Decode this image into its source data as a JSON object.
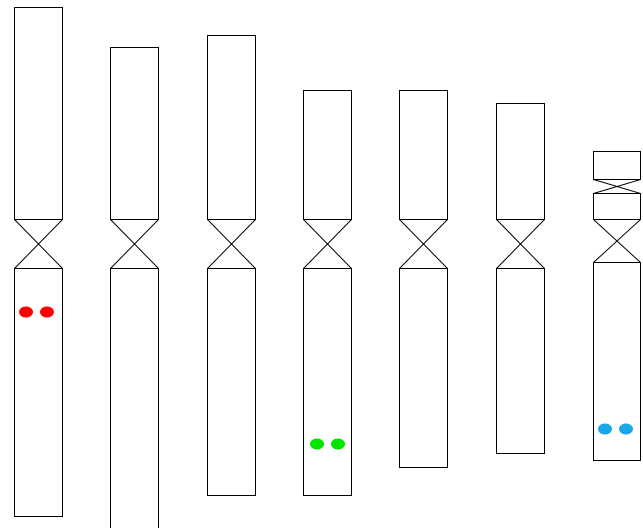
{
  "diagram": {
    "background_color": "#ffffff",
    "outline_color": "#000000",
    "chromosomes": [
      {
        "id": 1,
        "markers": [
          {
            "color": "#ff0000"
          }
        ]
      },
      {
        "id": 2,
        "markers": []
      },
      {
        "id": 3,
        "markers": []
      },
      {
        "id": 4,
        "markers": [
          {
            "color": "#00e600"
          }
        ]
      },
      {
        "id": 5,
        "markers": []
      },
      {
        "id": 6,
        "markers": []
      },
      {
        "id": 7,
        "secondary_constriction": true,
        "markers": [
          {
            "color": "#1aa7e8"
          }
        ]
      }
    ]
  }
}
